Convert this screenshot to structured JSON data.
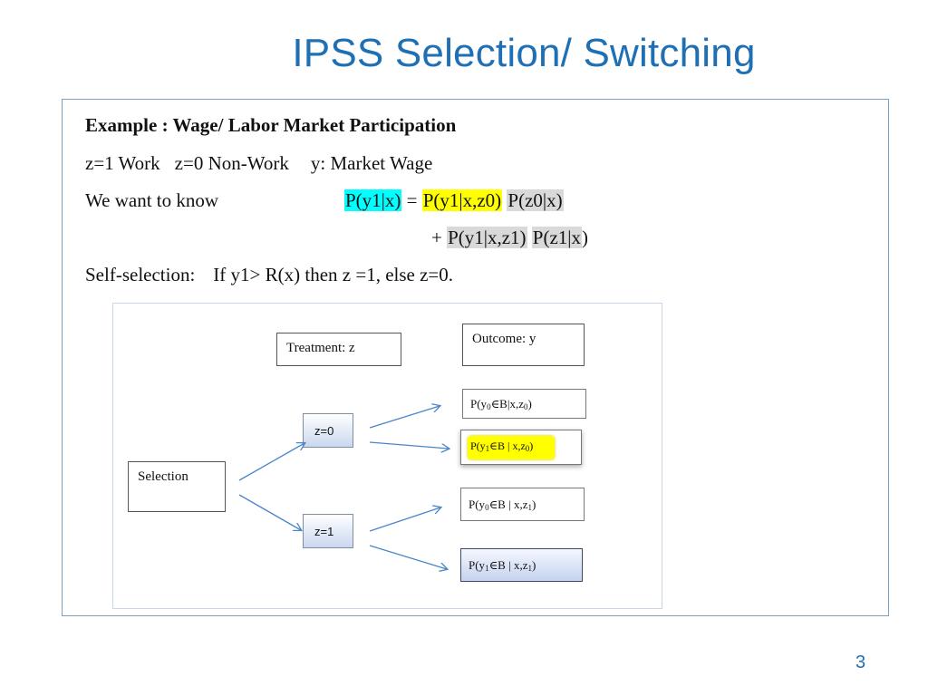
{
  "title": "IPSS Selection/ Switching",
  "text": {
    "example": "Example : Wage/ Labor Market Participation",
    "line2_a": "z=1 Work",
    "line2_b": "z=0 Non-Work",
    "line2_c": "y: Market Wage",
    "want_label": "We want to know",
    "eq_lhs": "P(y1|x)",
    "eq_equals": "=",
    "eq_t1a": "P(y1|x,z0)",
    "eq_t1b": "P(z0|x)",
    "eq_plus": "+",
    "eq_t2a": "P(y1|x,z1)",
    "eq_t2b": "P(z1|x",
    "eq_t2c": ")",
    "self_sel": "Self-selection:",
    "self_rule": "If y1> R(x) then z =1, else z=0."
  },
  "diagram": {
    "treatment": "Treatment: z",
    "outcome": "Outcome: y",
    "selection": "Selection",
    "z0": "z=0",
    "z1": "z=1",
    "p1": {
      "pre": "P(y",
      "sub1": "0",
      "mid": "∈B|x,z",
      "sub2": "0",
      "post": ")"
    },
    "p2": {
      "pre": "P(y",
      "sub1": "1",
      "mid": "∈B | x,z",
      "sub2": "0",
      "post": ")"
    },
    "p3": {
      "pre": "P(y",
      "sub1": "0",
      "mid": "∈B | x,z",
      "sub2": "1",
      "post": ")"
    },
    "p4": {
      "pre": "P(y",
      "sub1": "1",
      "mid": "∈B | x,z",
      "sub2": "1",
      "post": ")"
    }
  },
  "page_number": "3",
  "colors": {
    "title": "#1f6fb5",
    "cyan": "#00ffff",
    "yellow": "#ffff00",
    "gray": "#d9d9d9",
    "arrow": "#4a86c8"
  }
}
